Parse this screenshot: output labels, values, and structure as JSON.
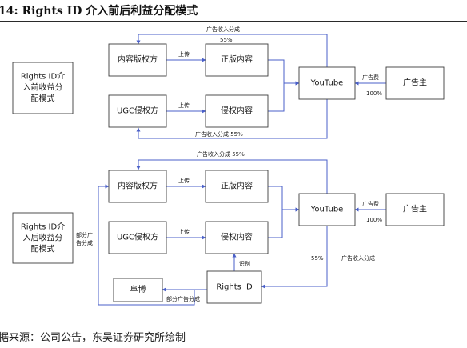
{
  "title": "14:  Rights ID 介入前后利益分配模式",
  "source": "据来源：公司公告，东吴证券研究所绘制",
  "upper": {
    "side_label": [
      "Rights ID介",
      "入前收益分",
      "配模式"
    ],
    "official_owner": "内容版权方",
    "official_content": "正版内容",
    "ugc": "UGC侵权方",
    "infringing_content": "侵权内容",
    "youtube": "YouTube",
    "advertiser": "广告主",
    "upload_1": "上传",
    "upload_2": "上传",
    "top_share": "广告收入分成",
    "top_pct": "55%",
    "ad_fee": "广告费",
    "ad_pct": "100%",
    "bottom_share": "广告收入分成  55%"
  },
  "lower": {
    "side_label": [
      "Rights ID介",
      "入后收益分",
      "配模式"
    ],
    "official_owner": "内容版权方",
    "official_content": "正版内容",
    "ugc": "UGC侵权方",
    "infringing_content": "侵权内容",
    "youtube": "YouTube",
    "advertiser": "广告主",
    "rights_id": "Rights ID",
    "weibo": "阜博",
    "upload_1": "上传",
    "upload_2": "上传",
    "top_share": "广告收入分成   55%",
    "ad_fee": "广告费",
    "ad_pct": "100%",
    "partial_share": [
      "部分广",
      "告分成"
    ],
    "identify": "识别",
    "right_pct": "55%",
    "right_share": "广告收入分成",
    "weibo_share": "部分广告分成"
  },
  "colors": {
    "line": "#4a5fc8",
    "border": "#3c3c3c"
  }
}
